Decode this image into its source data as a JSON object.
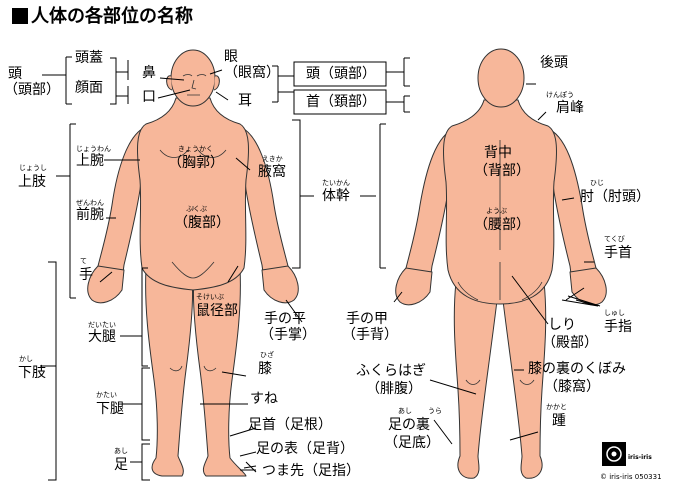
{
  "title": "人体の各部位の名称",
  "colors": {
    "skin": "#f7b79a",
    "outline": "#333333",
    "line": "#000000"
  },
  "head": {
    "atama": "頭",
    "atama_sub": "（頭部）",
    "tougai": "頭蓋",
    "ganmen": "顔面",
    "hana": "鼻",
    "kuchi": "口",
    "me": "眼",
    "me_sub": "（眼窩）",
    "mimi": "耳",
    "atama_box": "頭（頭部）",
    "kubi_box": "首（頚部）"
  },
  "joushi": {
    "reading": "じょうし",
    "label": "上肢"
  },
  "arm": {
    "jouwan_reading": "じょうわん",
    "jouwan": "上腕",
    "zenwan_reading": "ぜんわん",
    "zenwan": "前腕",
    "te_reading": "て",
    "te": "手"
  },
  "chest": {
    "reading": "きょうかく",
    "label": "（胸郭）"
  },
  "axilla": {
    "reading": "えきか",
    "label": "腋窩"
  },
  "trunk": {
    "reading": "たいかん",
    "label": "体幹"
  },
  "abdomen": {
    "reading": "ふくぶ",
    "label": "（腹部）"
  },
  "groin": {
    "reading": "そけいぶ",
    "label": "鼠径部"
  },
  "kashi": {
    "reading": "かし",
    "label": "下肢"
  },
  "leg": {
    "daitai_reading": "だいたい",
    "daitai": "大腿",
    "katai_reading": "かたい",
    "katai": "下腿",
    "ashi_reading": "あし",
    "ashi": "足"
  },
  "palm": {
    "label": "手の平",
    "sub": "（手掌）"
  },
  "front_leg": {
    "hiza_reading": "ひざ",
    "hiza": "膝",
    "sune": "すね",
    "ashikubi": "足首（足根）",
    "ashinoomote": "足の表（足背）",
    "tsumasaki": "つま先（足指）"
  },
  "back": {
    "koutou": "後頭",
    "kenpou_reading": "けんぽう",
    "kenpou": "肩峰",
    "senaka": "背中",
    "senaka_sub": "（背部）",
    "youbu_reading": "ようぶ",
    "youbu": "（腰部）",
    "hiji_reading": "ひじ",
    "hiji": "肘（肘頭）",
    "tekubi_reading": "てくび",
    "tekubi": "手首",
    "shushi_reading": "しゅし",
    "shushi": "手指",
    "tenokou": "手の甲",
    "tenokou_sub": "（手背）",
    "shiri": "しり",
    "shiri_sub": "（殿部）",
    "fukurahagi": "ふくらはぎ",
    "fukurahagi_sub": "（腓腹）",
    "hizaura": "膝の裏のくぼみ",
    "hizaura_sub": "（膝窩）",
    "ashinoura_reading1": "あし",
    "ashinoura_reading2": "うら",
    "ashinoura": "足の裏",
    "ashinoura_sub": "（足底）",
    "kakato_reading": "かかと",
    "kakato": "踵"
  },
  "credit": {
    "copyright": "© iris-iris  050331",
    "logo_text": "iris-iris"
  }
}
